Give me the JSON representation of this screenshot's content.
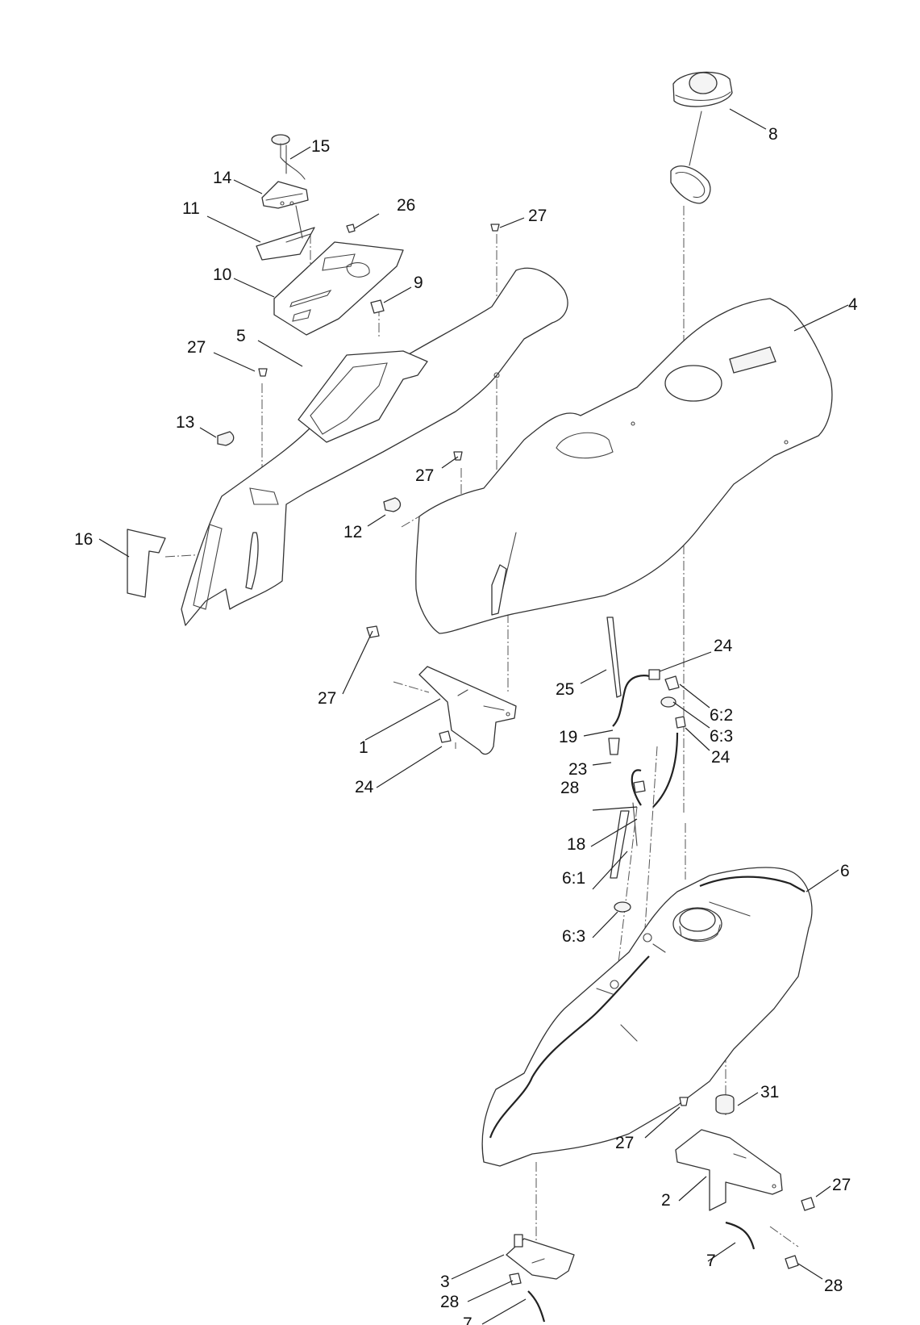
{
  "callouts": [
    {
      "id": "c8",
      "text": "8"
    },
    {
      "id": "c15",
      "text": "15"
    },
    {
      "id": "c14",
      "text": "14"
    },
    {
      "id": "c11",
      "text": "11"
    },
    {
      "id": "c26",
      "text": "26"
    },
    {
      "id": "c27a",
      "text": "27"
    },
    {
      "id": "c10",
      "text": "10"
    },
    {
      "id": "c9",
      "text": "9"
    },
    {
      "id": "c4",
      "text": "4"
    },
    {
      "id": "c27b",
      "text": "27"
    },
    {
      "id": "c5",
      "text": "5"
    },
    {
      "id": "c13",
      "text": "13"
    },
    {
      "id": "c27c",
      "text": "27"
    },
    {
      "id": "c12",
      "text": "12"
    },
    {
      "id": "c16",
      "text": "16"
    },
    {
      "id": "c24a",
      "text": "24"
    },
    {
      "id": "c25",
      "text": "25"
    },
    {
      "id": "c27d",
      "text": "27"
    },
    {
      "id": "c62",
      "text": "6:2"
    },
    {
      "id": "c63a",
      "text": "6:3"
    },
    {
      "id": "c19",
      "text": "19"
    },
    {
      "id": "c1",
      "text": "1"
    },
    {
      "id": "c24b",
      "text": "24"
    },
    {
      "id": "c23",
      "text": "23"
    },
    {
      "id": "c28a",
      "text": "28"
    },
    {
      "id": "c24c",
      "text": "24"
    },
    {
      "id": "c18",
      "text": "18"
    },
    {
      "id": "c6",
      "text": "6"
    },
    {
      "id": "c61",
      "text": "6:1"
    },
    {
      "id": "c63b",
      "text": "6:3"
    },
    {
      "id": "c31",
      "text": "31"
    },
    {
      "id": "c27e",
      "text": "27"
    },
    {
      "id": "c27f",
      "text": "27"
    },
    {
      "id": "c2",
      "text": "2"
    },
    {
      "id": "c7a",
      "text": "7"
    },
    {
      "id": "c28b",
      "text": "28"
    },
    {
      "id": "c3",
      "text": "3"
    },
    {
      "id": "c28c",
      "text": "28"
    },
    {
      "id": "c7b",
      "text": "7"
    }
  ]
}
